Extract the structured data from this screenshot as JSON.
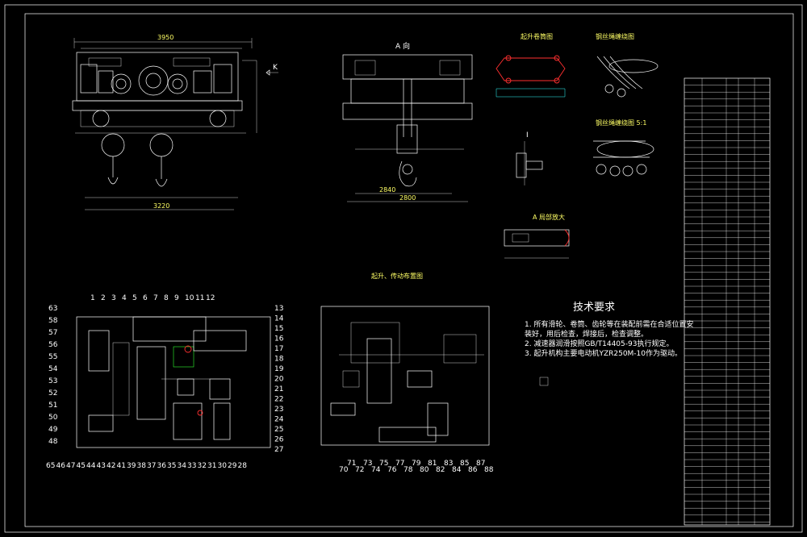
{
  "drawing": {
    "tech_req": {
      "title": "技术要求",
      "lines": [
        "1. 所有滑轮、卷筒、齿轮等在装配前需在合适位置安",
        "   装好，用后检查，焊接后，检查调整。",
        "2. 减速器润滑按照GB/T14405-93执行规定。",
        "3. 起升机构主要电动机YZR250M-10作为驱动。"
      ]
    },
    "view_labels": {
      "side_view": "A 向",
      "arrange_plan": "起升、传动布置图",
      "rope_a": "起升卷筒图",
      "rope_b": "钢丝绳缠绕图",
      "rope_c": "钢丝绳缠绕图  5:1",
      "detail_a": "A 局部放大"
    },
    "dims": {
      "top_width": "3950",
      "base_width": "3220",
      "side_width": "2840",
      "side_base": "2800"
    },
    "callouts_bottom_left": [
      "65",
      "46",
      "47",
      "45",
      "44",
      "43",
      "42",
      "41",
      "39",
      "38",
      "37",
      "36",
      "35",
      "34",
      "33",
      "32",
      "31",
      "30",
      "29",
      "28"
    ],
    "callouts_left_col": [
      "63",
      "58",
      "57",
      "56",
      "55",
      "54",
      "53",
      "52",
      "51",
      "50",
      "49",
      "48"
    ],
    "callouts_top": [
      "1",
      "2",
      "3",
      "4",
      "5",
      "6",
      "7",
      "8",
      "9",
      "10",
      "11",
      "12"
    ],
    "callouts_right_col": [
      "13",
      "14",
      "15",
      "16",
      "17",
      "18",
      "19",
      "20",
      "21",
      "22",
      "23",
      "24",
      "25",
      "26",
      "27"
    ],
    "callouts_second": [
      "70",
      "71",
      "72",
      "73",
      "74",
      "75",
      "76",
      "77",
      "78",
      "79",
      "80",
      "81",
      "82",
      "83",
      "84",
      "85",
      "86",
      "87",
      "88"
    ]
  }
}
